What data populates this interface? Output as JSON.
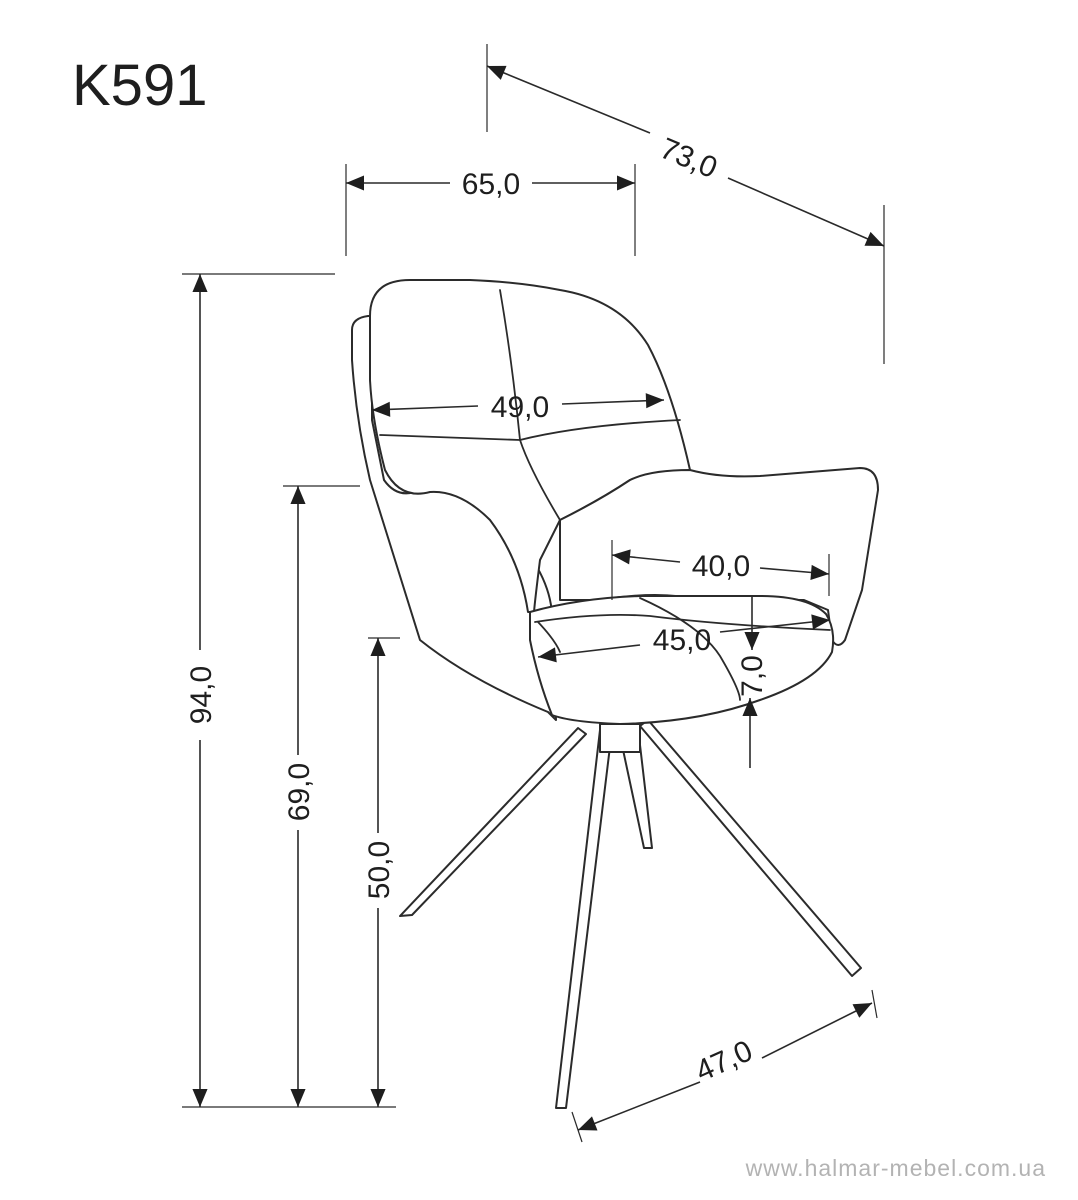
{
  "model": "K591",
  "dimensions": {
    "overall_depth": "73,0",
    "overall_width": "65,0",
    "backrest_width": "49,0",
    "seat_depth": "40,0",
    "seat_width": "45,0",
    "seat_cushion_thickness": "7,0",
    "overall_height": "94,0",
    "armrest_height": "69,0",
    "seat_height": "50,0",
    "base_span": "47,0"
  },
  "watermark": "www.halmar-mebel.com.ua"
}
